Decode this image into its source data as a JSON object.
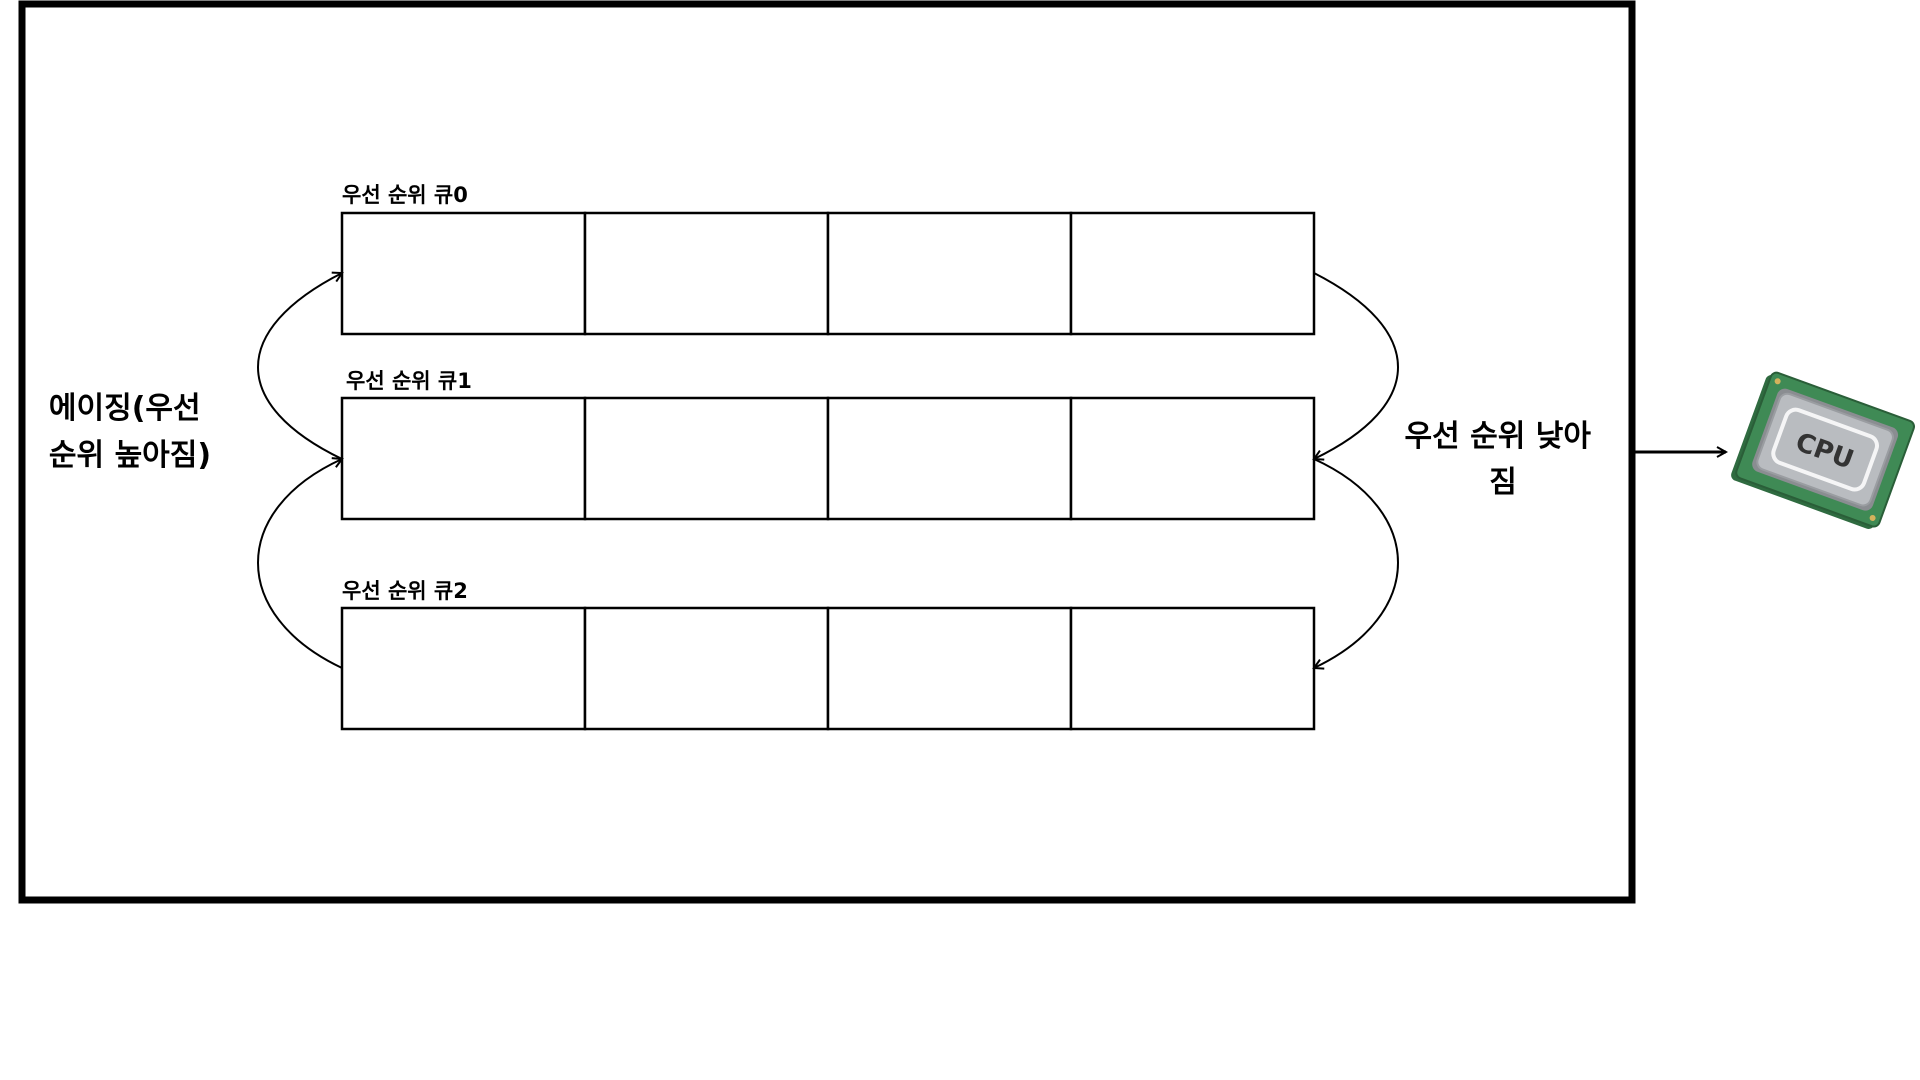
{
  "diagram": {
    "queues": [
      {
        "label": "우선 순위 큐0",
        "slots": 4
      },
      {
        "label": "우선 순위 큐1",
        "slots": 4
      },
      {
        "label": "우선 순위 큐2",
        "slots": 4
      }
    ],
    "aging_label": {
      "line1": "에이징(우선",
      "line2": "순위 높아짐)"
    },
    "demote_label": {
      "line1": "우선 순위 낮아",
      "line2": "짐"
    },
    "cpu": {
      "text": "CPU",
      "icon": "cpu-chip-icon",
      "board_color": "#3f8a55",
      "chip_color": "#b9bcc0"
    }
  }
}
